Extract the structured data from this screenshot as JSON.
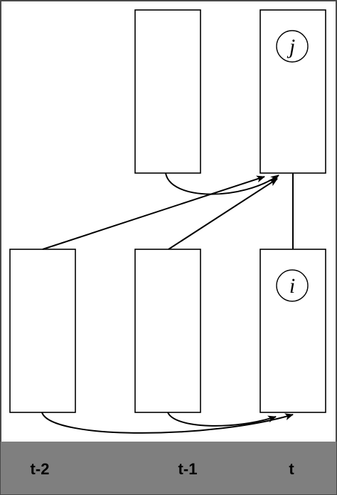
{
  "diagram": {
    "node_labels": {
      "top_right": "j",
      "bottom_right": "i"
    },
    "time_axis": {
      "labels": [
        "t-2",
        "t-1",
        "t"
      ],
      "band_color": "#7f7f7f"
    },
    "colors": {
      "stroke": "#000000",
      "box_fill": "#ffffff",
      "frame": "#4a4a4a"
    }
  }
}
